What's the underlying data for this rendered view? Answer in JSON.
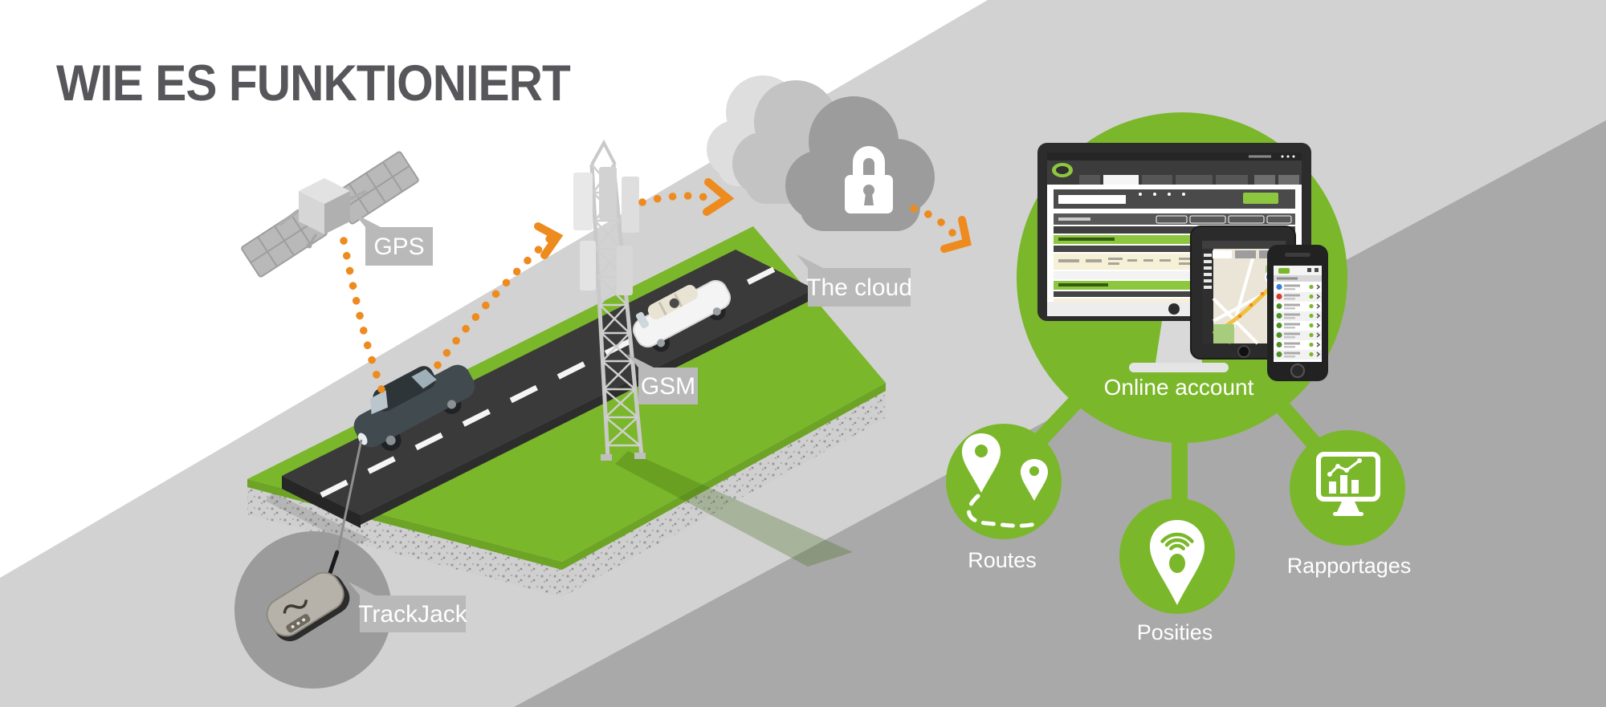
{
  "title": "WIE ES FUNKTIONIERT",
  "labels": {
    "gps": "GPS",
    "gsm": "GSM",
    "cloud": "The cloud",
    "tracker": "TrackJack",
    "account": "Online account"
  },
  "features": [
    {
      "label": "Routes",
      "icon": "route-pins-icon"
    },
    {
      "label": "Posities",
      "icon": "position-pin-icon"
    },
    {
      "label": "Rapportages",
      "icon": "report-monitor-icon"
    }
  ],
  "colors": {
    "green": "#7bb72a",
    "green_dark": "#6da425",
    "orange": "#ee8b1f",
    "light_gray": "#d2d2d2",
    "dark_gray": "#a9a9a9",
    "label_bg": "#b9b9b9",
    "road": "#3a3a3a",
    "title_text": "#57575b"
  }
}
